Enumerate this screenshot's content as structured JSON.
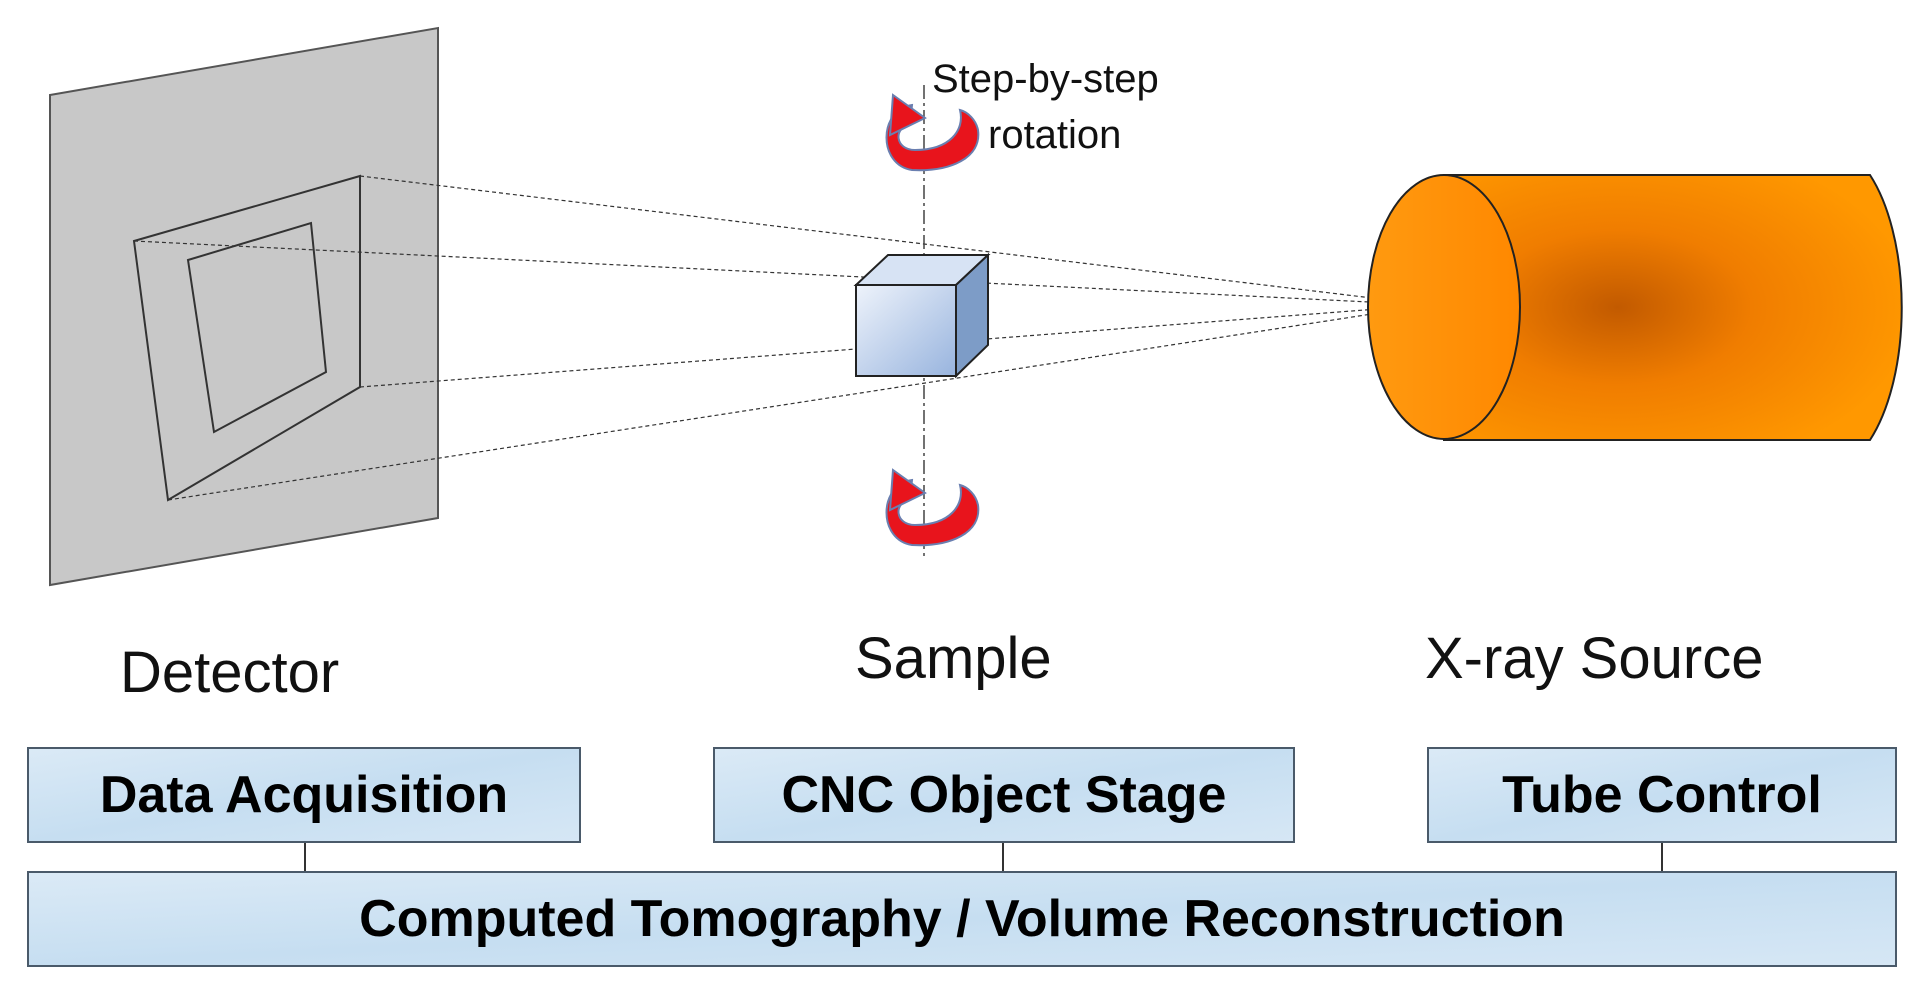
{
  "labels": {
    "detector": "Detector",
    "sample": "Sample",
    "source": "X-ray Source",
    "rotation_line1": "Step-by-step",
    "rotation_line2": "rotation"
  },
  "boxes": {
    "data_acquisition": "Data Acquisition",
    "cnc_stage": "CNC Object Stage",
    "tube_control": "Tube Control",
    "reconstruction": "Computed Tomography / Volume Reconstruction"
  },
  "colors": {
    "box_fill": "#cfe3f2",
    "source_orange": "#ff8c00",
    "arrow_red": "#e8141c",
    "detector_gray": "#c8c8c8",
    "cube_blue": "#b9cde9"
  },
  "icons": [
    "rotation-arrow-icon",
    "x-ray-tube-icon",
    "sample-cube-icon",
    "detector-plate-icon"
  ]
}
